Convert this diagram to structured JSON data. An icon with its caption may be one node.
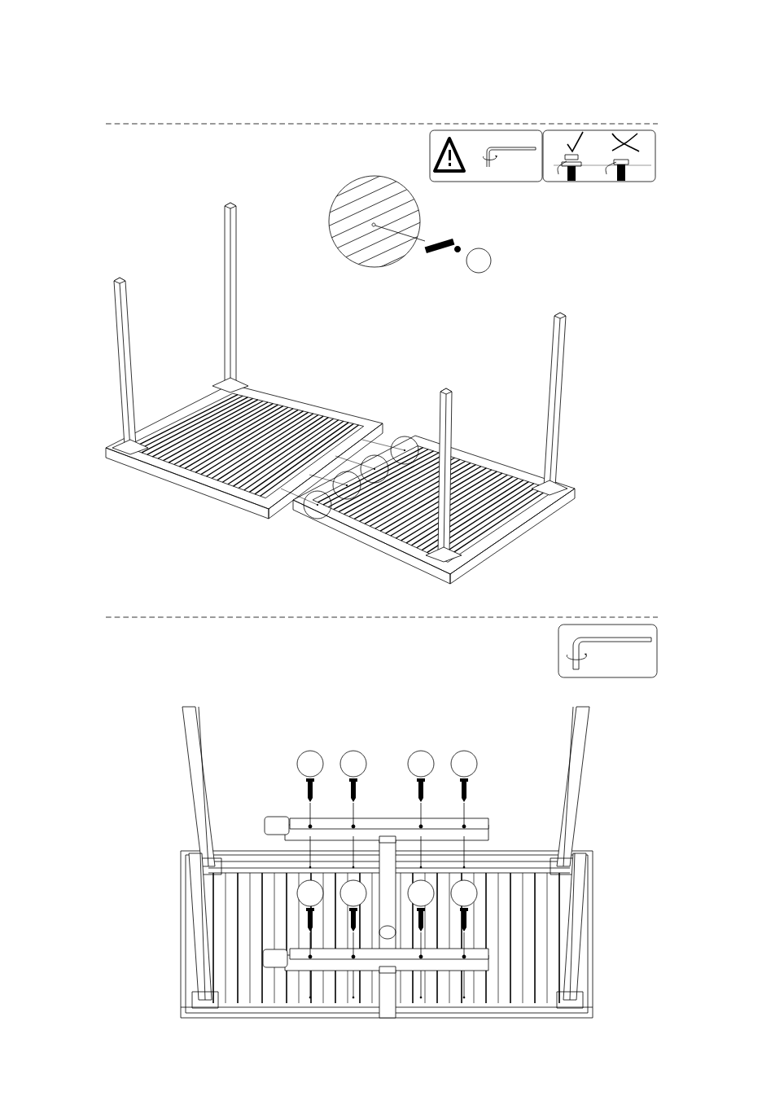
{
  "diagram": {
    "nodes": [
      {
        "text": [],
        "shape": "circle"
      },
      {
        "text": [],
        "shape": "circle"
      },
      {
        "text": [],
        "shape": "circle"
      },
      {
        "text": [],
        "shape": "circle"
      },
      {
        "text": [],
        "shape": "circle"
      },
      {
        "text": [],
        "shape": "box"
      },
      {
        "text": [],
        "shape": "circle"
      },
      {
        "text": [],
        "shape": "circle"
      },
      {
        "text": [],
        "shape": "circle"
      },
      {
        "text": [],
        "shape": "circle"
      },
      {
        "text": [],
        "shape": "box"
      }
    ]
  }
}
